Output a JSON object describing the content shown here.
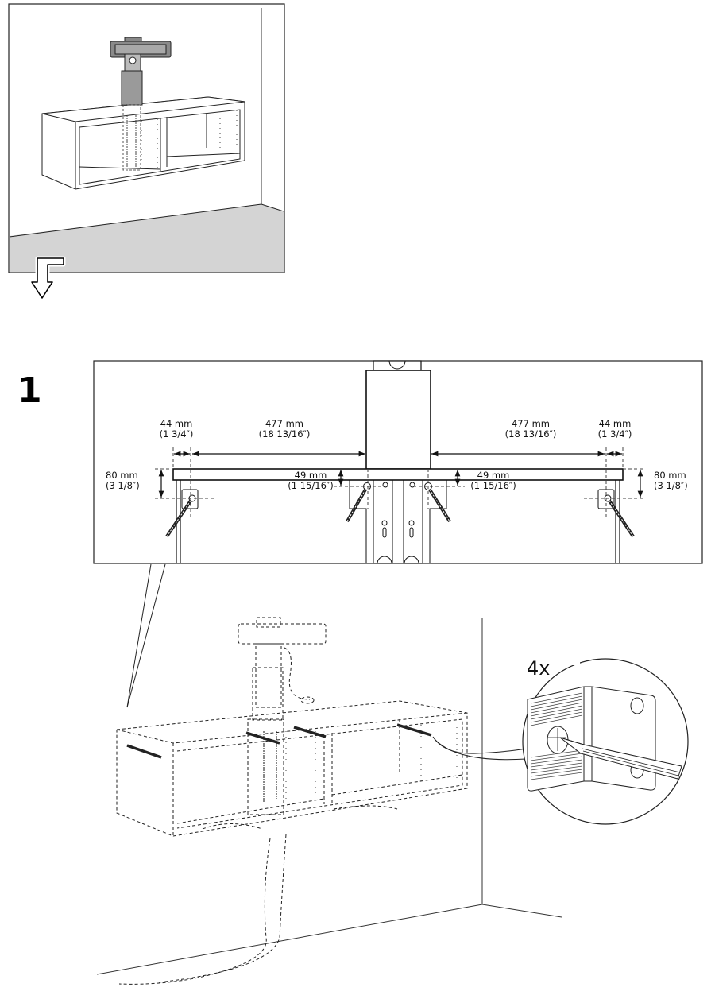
{
  "document": {
    "type": "assembly-instruction-page",
    "overview_panel": {
      "description": "Wall-mounted cabinet with TV bracket column, wall and floor",
      "floor_color": "#d4d4d4",
      "next_step_arrow_icon": "down-arrow-icon"
    },
    "step": {
      "number": "1",
      "detail_panel": {
        "measurements": [
          {
            "id": "left-edge-offset",
            "mm": "44 mm",
            "inch": "(1 3/4″)"
          },
          {
            "id": "left-span",
            "mm": "477 mm",
            "inch": "(18 13/16″)"
          },
          {
            "id": "right-span",
            "mm": "477 mm",
            "inch": "(18 13/16″)"
          },
          {
            "id": "right-edge-offset",
            "mm": "44 mm",
            "inch": "(1 3/4″)"
          },
          {
            "id": "left-vertical",
            "mm": "80 mm",
            "inch": "(3 1/8″)"
          },
          {
            "id": "left-center-vertical",
            "mm": "49 mm",
            "inch": "(1 15/16″)"
          },
          {
            "id": "right-center-vertical",
            "mm": "49 mm",
            "inch": "(1 15/16″)"
          },
          {
            "id": "right-vertical",
            "mm": "80 mm",
            "inch": "(3 1/8″)"
          }
        ]
      },
      "callout": {
        "quantity": "4x",
        "description": "Mark hole position through bracket with pencil"
      }
    }
  }
}
